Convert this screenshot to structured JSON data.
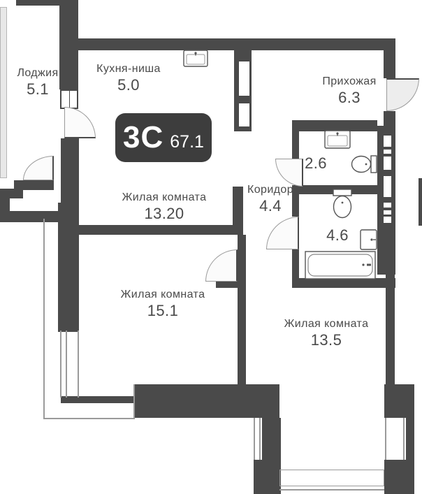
{
  "badge": {
    "layout": "3С",
    "total_area": "67.1"
  },
  "rooms": [
    {
      "id": "loggia",
      "name": "Лоджия",
      "area": "5.1"
    },
    {
      "id": "kitchen",
      "name": "Кухня-ниша",
      "area": "5.0"
    },
    {
      "id": "hallway",
      "name": "Прихожая",
      "area": "6.3"
    },
    {
      "id": "living1",
      "name": "Жилая комната",
      "area": "13.20"
    },
    {
      "id": "corridor",
      "name": "Коридор",
      "area": "4.4"
    },
    {
      "id": "wc",
      "name": "",
      "area": "2.6"
    },
    {
      "id": "bathroom",
      "name": "",
      "area": "4.6"
    },
    {
      "id": "living2",
      "name": "Жилая комната",
      "area": "15.1"
    },
    {
      "id": "living3",
      "name": "Жилая комната",
      "area": "13.5"
    }
  ],
  "fixtures": [
    "sink-icon",
    "toilet-icon",
    "bathtub-icon",
    "washbasin-icon"
  ],
  "colors": {
    "wall": "#4a4a4a",
    "badge_bg": "#3d3d3d",
    "label_text": "#4a4a4a",
    "door_fill": "#ededed",
    "glazing": "#e8e8e8"
  }
}
